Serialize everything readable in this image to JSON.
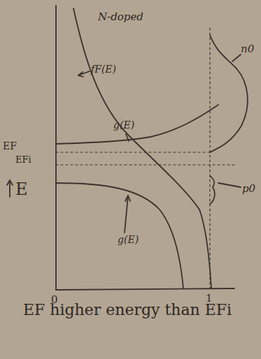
{
  "diagram": {
    "labels": [
      "N-doped",
      "fF(E)",
      "g(E)",
      "g(E)",
      "n0",
      "p0",
      "EF",
      "EFi",
      "E",
      "0",
      "1",
      "EF higher energy than EFi"
    ]
  }
}
